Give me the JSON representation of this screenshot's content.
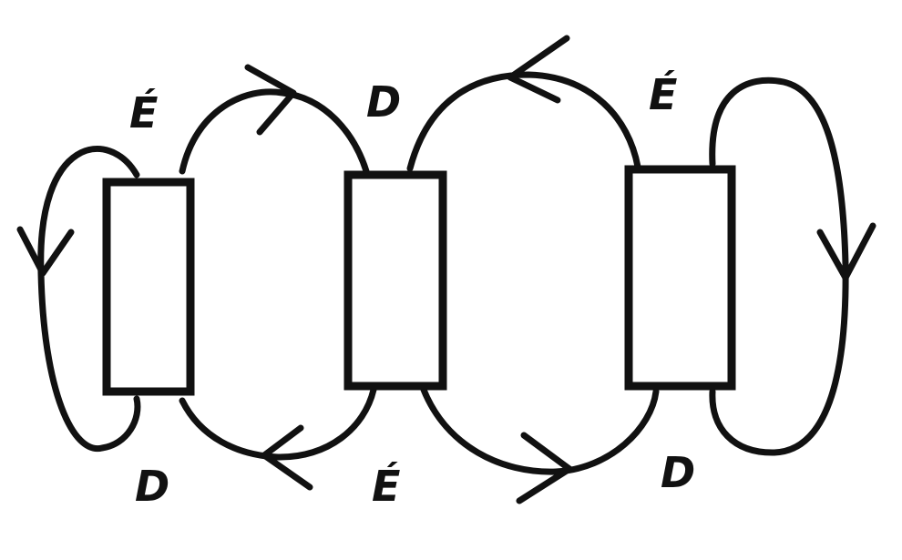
{
  "diagram": {
    "labels": {
      "top_left": "É",
      "top_middle": "D",
      "top_right": "É",
      "bottom_left": "D",
      "bottom_middle": "É",
      "bottom_right": "D"
    },
    "boxes": [
      "box-1",
      "box-2",
      "box-3"
    ],
    "stroke_color": "#111111"
  }
}
